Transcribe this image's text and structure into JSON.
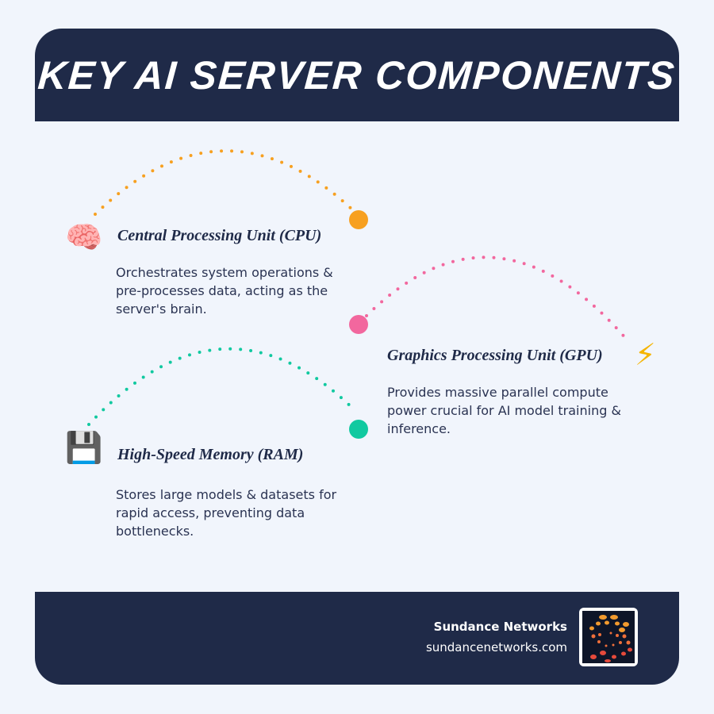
{
  "header": {
    "title": "KEY AI SERVER COMPONENTS"
  },
  "components": [
    {
      "title": "Central Processing Unit (CPU)",
      "description": "Orchestrates system operations & pre-processes data, acting as the server's brain.",
      "icon": "brain-icon",
      "color": "#f7a020"
    },
    {
      "title": "Graphics Processing Unit (GPU)",
      "description": "Provides massive parallel compute power crucial for AI model training & inference.",
      "icon": "lightning-icon",
      "color": "#f2679e"
    },
    {
      "title": "High-Speed Memory (RAM)",
      "description": "Stores large models & datasets for rapid access, preventing data bottlenecks.",
      "icon": "floppy-disk-icon",
      "color": "#11c9a0"
    }
  ],
  "footer": {
    "brand": "Sundance Networks",
    "url": "sundancenetworks.com",
    "logo": "sundance-logo"
  }
}
